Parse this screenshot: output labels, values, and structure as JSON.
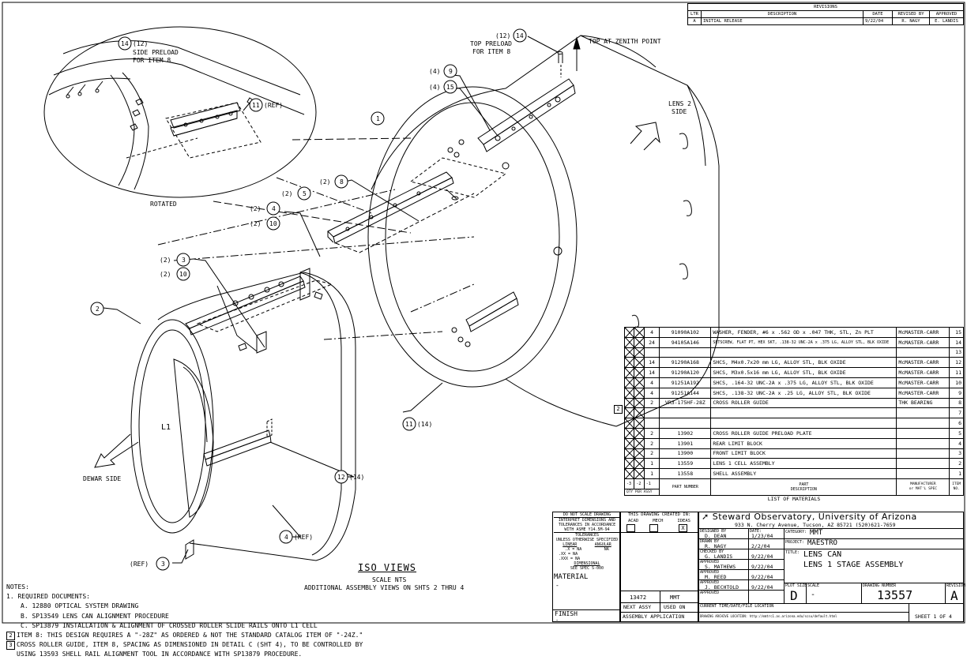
{
  "revisions": {
    "title": "REVISIONS",
    "headers": [
      "LTR",
      "DESCRIPTION",
      "DATE",
      "REVISED BY",
      "APPROVED"
    ],
    "rows": [
      [
        "A",
        "INITIAL RELEASE",
        "9/22/04",
        "R. NAGY",
        "E. LANDIS"
      ]
    ]
  },
  "callouts": {
    "c14_side": "(12)",
    "side_preload": "SIDE PRELOAD",
    "for_item8_a": "FOR ITEM 8",
    "c11_ref": "(REF)",
    "rotated": "ROTATED",
    "c14_top": "(12)",
    "top_preload": "TOP PRELOAD",
    "for_item8_b": "FOR ITEM 8",
    "top_zenith": "TOP AT ZENITH POINT",
    "lens2": "LENS 2",
    "side": "SIDE",
    "q4a": "(4)",
    "q4b": "(4)",
    "q2_8": "(2)",
    "q2_5": "(2)",
    "q2_4": "(2)",
    "q2_10a": "(2)",
    "q2_3": "(2)",
    "q2_10b": "(2)",
    "c11_14": "(14)",
    "c12_14": "(14)",
    "c4_ref": "(REF)",
    "c3_ref": "(REF)",
    "l1": "L1",
    "dewar_side": "DEWAR SIDE",
    "iso_views": "ISO VIEWS",
    "scale_nts": "SCALE NTS",
    "additional": "ADDITIONAL ASSEMBLY VIEWS ON SHTS 2 THRU 4"
  },
  "balloons": [
    "14",
    "11",
    "14",
    "9",
    "15",
    "1",
    "8",
    "5",
    "4",
    "10",
    "3",
    "10",
    "2",
    "11",
    "12",
    "4",
    "3"
  ],
  "notes": {
    "title": "NOTES:",
    "lines": [
      "1. REQUIRED DOCUMENTS:",
      "A. 12880 OPTICAL SYSTEM DRAWING",
      "B. SP13549 LENS CAN ALIGNMENT PROCEDURE",
      "C. SP13879 INSTALLATION & ALIGNMENT OF CROSSED ROLLER SLIDE RAILS ONTO L1 CELL",
      "ITEM 8: THIS DESIGN REQUIRES A \"-28Z\" AS ORDERED & NOT THE STANDARD CATALOG ITEM OF \"-24Z.\"",
      "CROSS ROLLER GUIDE, ITEM 8, SPACING AS DIMENSIONED IN DETAIL C (SHT 4), TO BE CONTROLLED BY",
      "USING 13593 SHELL RAIL ALIGNMENT TOOL IN ACCORDANCE WITH SP13879 PROCEDURE."
    ],
    "flag2": "2",
    "flag3": "3"
  },
  "bom": {
    "flag": "2",
    "rows": [
      [
        "4",
        "91090A102",
        "WASHER, FENDER, #6 x .562 OD x .047 THK, STL, Zn PLT",
        "McMASTER-CARR",
        "15"
      ],
      [
        "24",
        "94105A146",
        "SETSCREW, FLAT PT, HEX SKT, .138-32 UNC-2A x .375 LG, ALLOY STL, BLK OXIDE",
        "McMASTER-CARR",
        "14"
      ],
      [
        "",
        "",
        "",
        "",
        "13"
      ],
      [
        "14",
        "91290A168",
        "SHCS, M4x0.7x20 mm LG, ALLOY STL, BLK OXIDE",
        "McMASTER-CARR",
        "12"
      ],
      [
        "14",
        "91290A120",
        "SHCS, M3x0.5x16 mm LG, ALLOY STL, BLK OXIDE",
        "McMASTER-CARR",
        "11"
      ],
      [
        "4",
        "91251A192",
        "SHCS, .164-32 UNC-2A x .375 LG, ALLOY STL, BLK OXIDE",
        "McMASTER-CARR",
        "10"
      ],
      [
        "4",
        "91251A144",
        "SHCS, .138-32 UNC-2A x .25 LG, ALLOY STL, BLK OXIDE",
        "McMASTER-CARR",
        "9"
      ],
      [
        "2",
        "VR3-175HF-28Z",
        "CROSS ROLLER GUIDE",
        "THK BEARING",
        "8"
      ],
      [
        "",
        "",
        "",
        "",
        "7"
      ],
      [
        "",
        "",
        "",
        "",
        "6"
      ],
      [
        "2",
        "13902",
        "CROSS ROLLER GUIDE PRELOAD PLATE",
        "",
        "5"
      ],
      [
        "2",
        "13901",
        "REAR LIMIT BLOCK",
        "",
        "4"
      ],
      [
        "2",
        "13900",
        "FRONT LIMIT BLOCK",
        "",
        "3"
      ],
      [
        "1",
        "13559",
        "LENS 1 CELL ASSEMBLY",
        "",
        "2"
      ],
      [
        "1",
        "13558",
        "SHELL ASSEMBLY",
        "",
        "1"
      ]
    ],
    "footer": {
      "dash": [
        "-3",
        "-2",
        "-1"
      ],
      "qty": "QTY PER ASSY",
      "part_number": "PART NUMBER",
      "part": "PART",
      "description": "DESCRIPTION",
      "manufacturer": "MANUFACTURER",
      "mat_spec": "or MAT'L SPEC",
      "item": "ITEM",
      "no": "NO.",
      "list": "LIST OF MATERIALS"
    }
  },
  "titleblock": {
    "do_not_scale": "DO NOT SCALE DRAWING",
    "interpret": "INTERPRET DIMENSIONS AND",
    "tolerances_acc": "TOLERANCES IN ACCORDANCE",
    "asme": "WITH ASME Y14.5M-94",
    "tolerances": "TOLERANCES",
    "unless": "UNLESS OTHERWISE SPECIFIED",
    "linear": "LINEAR",
    "angular": "ANGULAR",
    "tol_x": ".X   = NA",
    "tol_xx": ".XX  = NA",
    "tol_xxx": ".XXX = NA",
    "tol_ang": "NA",
    "dim_geo": "DIMENSIONAL",
    "see_spec": "SEE SPEC S-000",
    "material": "MATERIAL",
    "material_val": "-",
    "finish": "FINISH",
    "finish_val": "-",
    "created_in": "THIS DRAWING CREATED IN:",
    "acad": "ACAD",
    "mech": "MECH",
    "ideas": "IDEAS",
    "ideas_mark": "X",
    "next_assy_val": "13472",
    "used_on_val": "MMT",
    "next_assy": "NEXT ASSY",
    "used_on": "USED ON",
    "assembly_app": "ASSEMBLY APPLICATION",
    "designed_by": "DESIGNED BY",
    "designer": "D. DEAN",
    "date_lbl": "DATE:",
    "d1": "1/23/04",
    "drawn_by": "DRAWN BY",
    "drawer": "R. NAGY",
    "d2": "2/2/04",
    "checked_by": "CHECKED BY",
    "checker": "G. LANDIS",
    "d3": "9/22/04",
    "approved1": "APPROVED",
    "appr1": "S. MATHEWS",
    "d4": "9/22/04",
    "approved2": "APPROVED",
    "appr2": "M. REED",
    "d5": "9/22/04",
    "approved3": "APPROVED",
    "appr3": "J. BECHTOLD",
    "d6": "9/22/04",
    "approved4": "APPROVED",
    "org": "Steward Observatory, University of Arizona",
    "address": "933 N. Cherry Avenue, Tucson, AZ  85721   (520)621-7659",
    "category_lbl": "CATEGORY:",
    "category": "MMT",
    "project_lbl": "PROJECT:",
    "project": "MAESTRO",
    "title_lbl": "TITLE:",
    "title1": "LENS CAN",
    "title2": "LENS 1 STAGE ASSEMBLY",
    "plot_size_lbl": "PLOT SIZE",
    "plot_size": "D",
    "scale_lbl": "SCALE",
    "scale": "-",
    "drawing_no_lbl": "DRAWING NUMBER",
    "drawing_no": "13557",
    "revision_lbl": "REVISION",
    "revision": "A",
    "current_time": "CURRENT TIME/DATE/FILE LOCATION",
    "archive": "DRAWING ARCHIVE LOCATION: http://mmtrc1.as.arizona.edu/scsu/default.html",
    "sheet": "SHEET 1 OF 4"
  }
}
